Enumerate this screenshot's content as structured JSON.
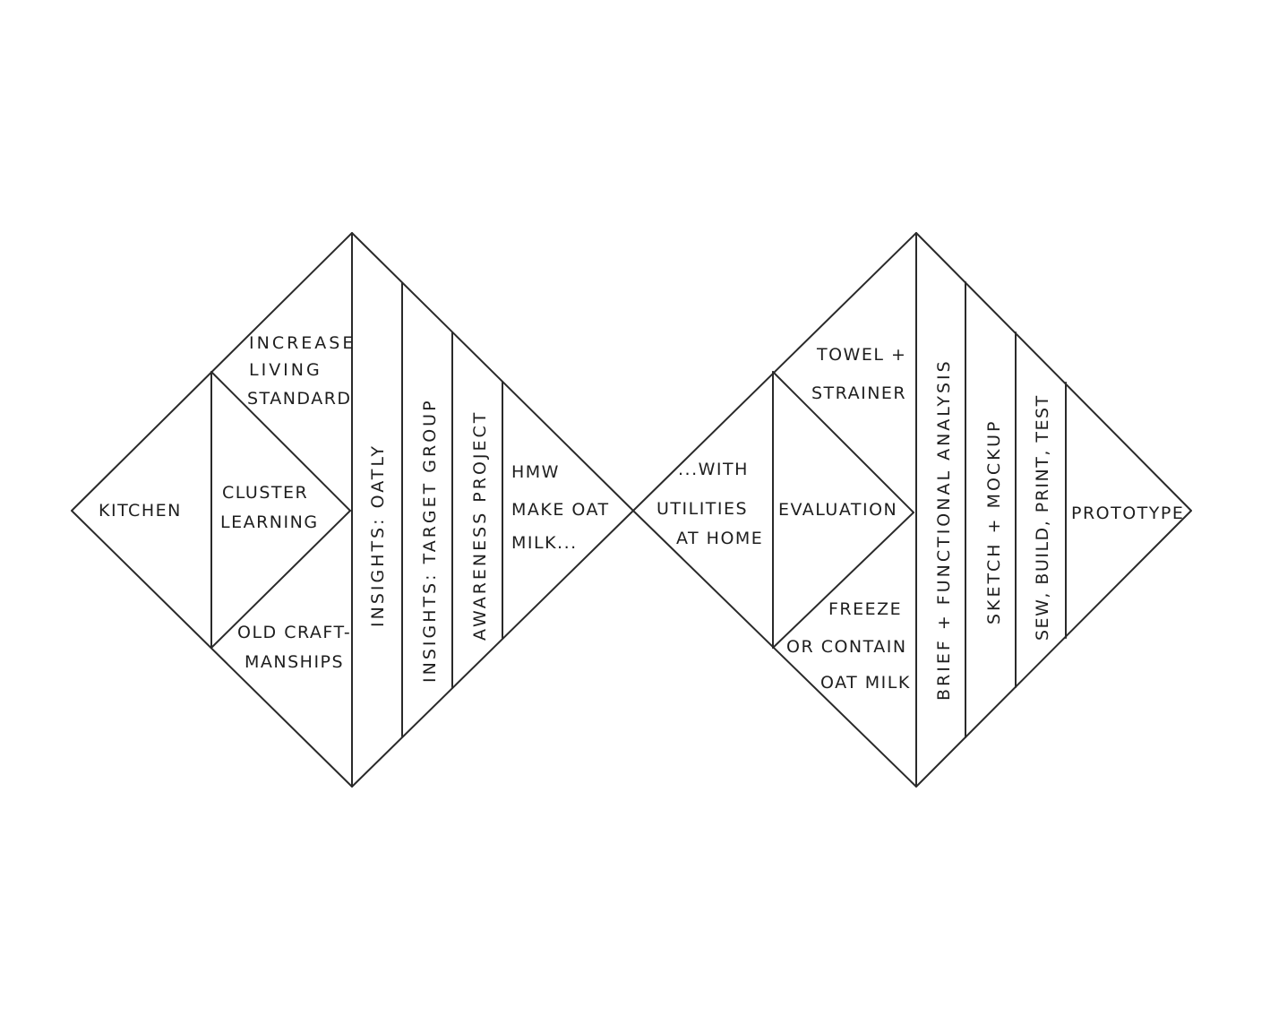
{
  "left_diamond": {
    "kitchen": "KITCHEN",
    "increase": [
      "INCREASE",
      "LIVING",
      "STANDARD"
    ],
    "cluster": [
      "CLUSTER",
      "LEARNING"
    ],
    "old_craft": [
      "OLD CRAFT-",
      "MANSHIPS"
    ],
    "insights_oatly": "INSIGHTS: OATLY",
    "insights_target": "INSIGHTS: TARGET GROUP",
    "awareness": "AWARENESS PROJECT",
    "hmw": [
      "HMW",
      "MAKE OAT",
      "MILK..."
    ]
  },
  "right_diamond": {
    "with_utilities": [
      "...WITH",
      "UTILITIES",
      "AT HOME"
    ],
    "towel": [
      "TOWEL +",
      "STRAINER"
    ],
    "evaluation": "EVALUATION",
    "freeze": [
      "FREEZE",
      "OR CONTAIN",
      "OAT MILK"
    ],
    "brief": "BRIEF + FUNCTIONAL ANALYSIS",
    "sketch": "SKETCH + MOCKUP",
    "sew": "SEW, BUILD, PRINT, TEST",
    "prototype": "PROTOTYPE"
  }
}
